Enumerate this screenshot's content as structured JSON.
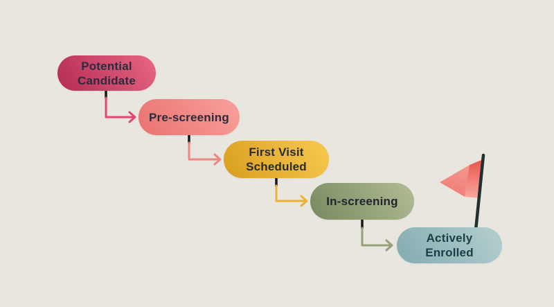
{
  "background_color": "#e9e6e0",
  "stages": [
    {
      "label": "Potential\nCandidate",
      "fill_dark": "#b83156",
      "fill_light": "#e3607f",
      "text_color": "#2b2c3e",
      "arrow_color": "#e1486e"
    },
    {
      "label": "Pre-screening",
      "fill_dark": "#ea7673",
      "fill_light": "#f79c97",
      "text_color": "#2b2c3e",
      "arrow_color": "#ef8781"
    },
    {
      "label": "First Visit\nScheduled",
      "fill_dark": "#dca122",
      "fill_light": "#f4c54c",
      "text_color": "#272b36",
      "arrow_color": "#e9b232"
    },
    {
      "label": "In-screening",
      "fill_dark": "#7d8d63",
      "fill_light": "#abb790",
      "text_color": "#21252f",
      "arrow_color": "#95a17c"
    },
    {
      "label": "Actively\nEnrolled",
      "fill_dark": "#87aeb3",
      "fill_light": "#b0cbcb",
      "text_color": "#173f46"
    }
  ],
  "connectors": {
    "stub_color": "#171717"
  },
  "flag": {
    "icon": "flag-icon",
    "pole_color": "#20302e",
    "pennant_fold_top": "#e8564e",
    "pennant_fold_bottom": "#f9a89e",
    "pennant_top": "#f5948d",
    "pennant_bottom": "#ee7d75"
  }
}
